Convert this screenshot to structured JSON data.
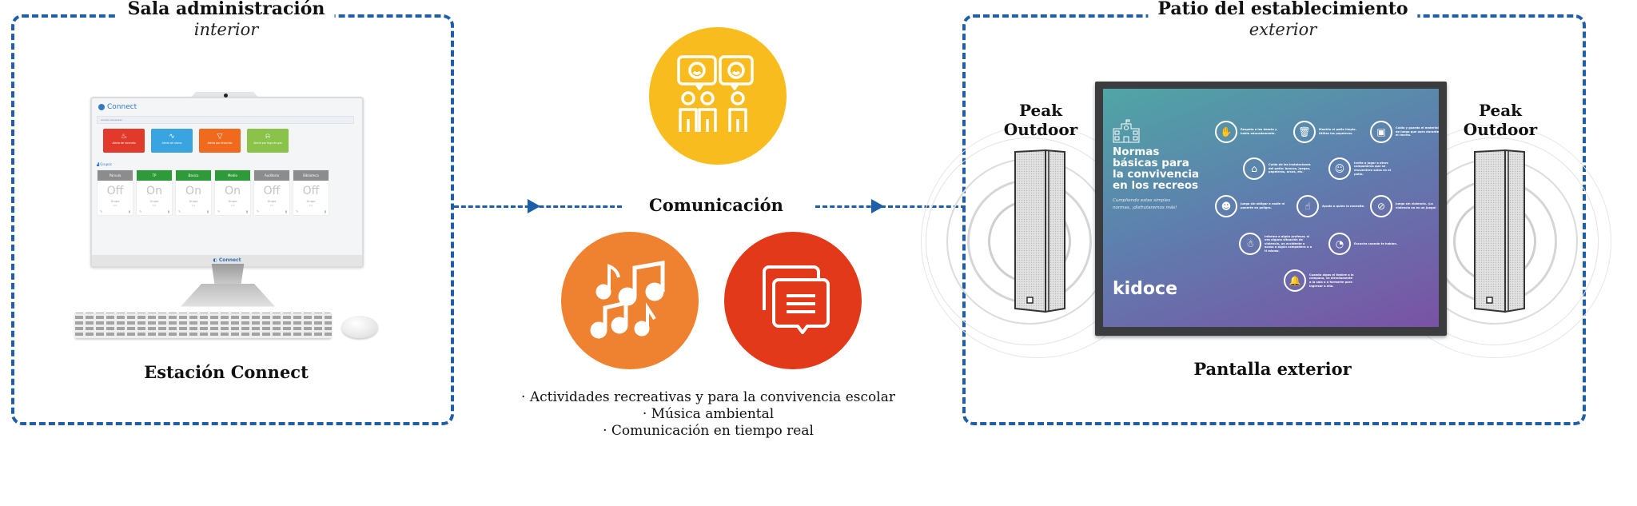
{
  "left_zone": {
    "title": "Sala administración",
    "subtitle": "interior",
    "caption": "Estación Connect",
    "app": {
      "name": "Connect",
      "alerts_header": "Alertas Generales",
      "alerts": [
        {
          "label": "Alerta de incendio",
          "icon": "fire-icon",
          "glyph": "🔥",
          "color": "#e23a2a"
        },
        {
          "label": "Alerta de sismo",
          "icon": "seismic-wave-icon",
          "glyph": "〰",
          "color": "#3aa4e0"
        },
        {
          "label": "Alerta por disturbio",
          "icon": "warning-triangle-icon",
          "glyph": "▽",
          "color": "#ef6a1d"
        },
        {
          "label": "Alerta por fuga de gas",
          "icon": "bell-icon",
          "glyph": "🔔",
          "color": "#8bc34a"
        }
      ],
      "groups_header": "Grupos",
      "groups": [
        {
          "name": "Párvulo",
          "state": "Off",
          "label": "Grupo",
          "count": "0/4",
          "header_color": "#8c8c8c"
        },
        {
          "name": "TP",
          "state": "On",
          "label": "Grupo",
          "count": "0/1",
          "header_color": "#2f9a3a"
        },
        {
          "name": "Basico",
          "state": "On",
          "label": "Grupo",
          "count": "2/2",
          "header_color": "#2f9a3a"
        },
        {
          "name": "Medio",
          "state": "On",
          "label": "Grupo",
          "count": "2/2",
          "header_color": "#2f9a3a"
        },
        {
          "name": "Auditorio",
          "state": "Off",
          "label": "Grupo",
          "count": "0/1",
          "header_color": "#8c8c8c"
        },
        {
          "name": "Biblioteca",
          "state": "Off",
          "label": "Grupo",
          "count": "0/1",
          "header_color": "#8c8c8c"
        }
      ],
      "footer_brand": "Connect"
    }
  },
  "center": {
    "title": "Comunicación",
    "icons": [
      {
        "name": "people-chat-icon",
        "color": "#f8bc1f"
      },
      {
        "name": "music-notes-icon",
        "color": "#ee8230"
      },
      {
        "name": "messages-icon",
        "color": "#e3391b"
      }
    ],
    "bullets": [
      "· Actividades recreativas y para la convivencia escolar",
      "· Música ambiental",
      "· Comunicación en tiempo real"
    ]
  },
  "right_zone": {
    "title": "Patio del establecimiento",
    "subtitle": "exterior",
    "caption": "Pantalla exterior",
    "speaker_left": "Peak\nOutdoor",
    "speaker_left_lines": [
      "Peak",
      "Outdoor"
    ],
    "speaker_right_lines": [
      "Peak",
      "Outdoor"
    ],
    "poster": {
      "title": "Normas básicas para la convivencia en los recreos",
      "subtitle": "Cumpliendo estas simples normas, ¡disfrutaremos más!",
      "brand": "kidoce",
      "rules": [
        "Respeta a los demás y habla educadamente.",
        "Mantén el patio limpio. Utiliza los papeleros.",
        "Cuida y guarda el material de juego que uses durante el recreo.",
        "Cuida de las instalaciones del patio: bancos, juegos, papeleros, arcos, etc.",
        "Invita a jugar a otros compañeros que se encuentren solos en el patio.",
        "Juega sin obligar a nadie ni ponerte en peligro.",
        "Ayuda a quien lo necesite.",
        "Juega sin violencia. ¡La violencia no es un juego!",
        "Informa a algún profesor, si ves alguna situación de violencia, un accidente o acoso a algún compañero o a ti mismo.",
        "Escucha cuando te hablan.",
        "Cuando oigas el timbre o la campana, ve directamente a la sala o a formarte para ingresar a ella."
      ]
    }
  },
  "colors": {
    "frame": "#1f5fa8",
    "text": "#111111"
  }
}
